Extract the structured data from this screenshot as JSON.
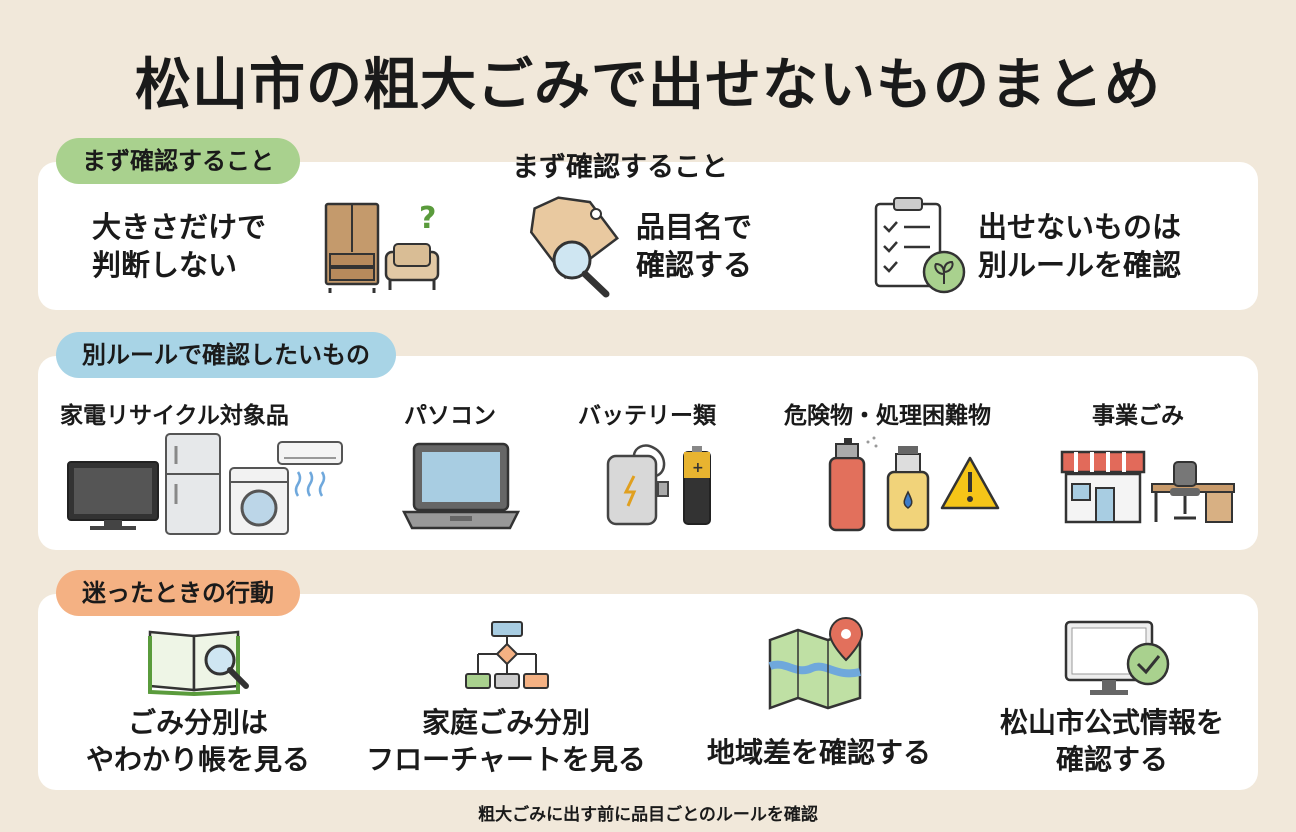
{
  "title": "松山市の粗大ごみで出せないものまとめ",
  "section1": {
    "tag": "まず確認すること",
    "heading": "まず確認すること",
    "items": [
      {
        "line1": "大きさだけで",
        "line2": "判断しない",
        "icon": "furniture-question-icon"
      },
      {
        "line1": "品目名で",
        "line2": "確認する",
        "icon": "tag-magnifier-icon"
      },
      {
        "line1": "出せないものは",
        "line2": "別ルールを確認",
        "icon": "clipboard-checklist-icon"
      }
    ]
  },
  "section2": {
    "tag": "別ルールで確認したいもの",
    "items": [
      {
        "label": "家電リサイクル対象品",
        "icon": "appliances-icon"
      },
      {
        "label": "パソコン",
        "icon": "laptop-icon"
      },
      {
        "label": "バッテリー類",
        "icon": "battery-icon"
      },
      {
        "label": "危険物・処理困難物",
        "icon": "hazard-icon"
      },
      {
        "label": "事業ごみ",
        "icon": "shop-office-icon"
      }
    ]
  },
  "section3": {
    "tag": "迷ったときの行動",
    "items": [
      {
        "line1": "ごみ分別は",
        "line2": "やわかり帳を見る",
        "icon": "book-magnifier-icon"
      },
      {
        "line1": "家庭ごみ分別",
        "line2": "フローチャートを見る",
        "icon": "flowchart-icon"
      },
      {
        "line1": "地域差を確認する",
        "line2": "",
        "icon": "map-pin-icon"
      },
      {
        "line1": "松山市公式情報を",
        "line2": "確認する",
        "icon": "monitor-check-icon"
      }
    ]
  },
  "footer": "粗大ごみに出す前に品目ごとのルールを確認"
}
